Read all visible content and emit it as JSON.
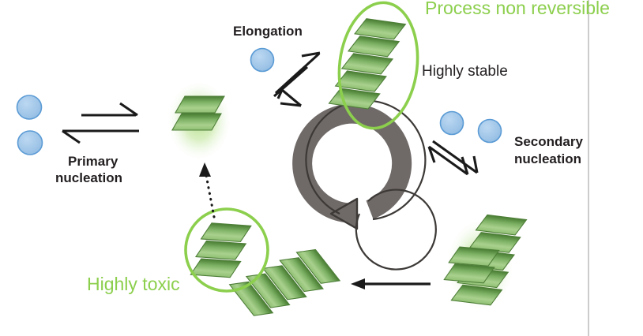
{
  "figure": {
    "title_text": "Amyloid aggregation pathway schematic",
    "background_color": "#ffffff"
  },
  "colors": {
    "green_accent": "#8ccf4d",
    "green_circle_stroke": "#7ac143",
    "sheet_fill_light": "#a9d18e",
    "sheet_fill_dark": "#4e8b3a",
    "sheet_stroke": "#538135",
    "monomer_fill": "#9dc3e6",
    "monomer_stroke": "#5b9bd5",
    "arrow_black": "#1a1a1a",
    "cycle_gray": "#6f6a68",
    "divider_gray": "#b7b7b7",
    "text_dark": "#231f20"
  },
  "labels": {
    "elongation": "Elongation",
    "primary_nucleation_line1": "Primary",
    "primary_nucleation_line2": "nucleation",
    "secondary_nucleation_line1": "Secondary",
    "secondary_nucleation_line2": "nucleation",
    "process_non_reversible": "Process non reversible",
    "highly_stable": "Highly stable",
    "highly_toxic": "Highly toxic"
  },
  "species": {
    "monomers_left": {
      "name": "monomer",
      "count": 2,
      "shape": "circle"
    },
    "monomer_elongation": {
      "name": "monomer",
      "count": 1,
      "shape": "circle"
    },
    "monomers_secondary": {
      "name": "monomer",
      "count": 2,
      "shape": "circle"
    },
    "oligomer_glow": {
      "name": "oligomer",
      "sheets": 2,
      "glow": true
    },
    "oligomer_toxic": {
      "name": "oligomer",
      "sheets": 3,
      "circled": true
    },
    "fibril_stable": {
      "name": "fibril",
      "sheets": 5,
      "circled": true
    },
    "fibril_bottom": {
      "name": "fibril",
      "sheets": 5,
      "circled": false
    },
    "fibril_secondary": {
      "name": "fibril",
      "sheets": 5,
      "glow": true,
      "budding_oligomer_sheets": 2
    }
  },
  "arrows": {
    "primary_nucleation": {
      "type": "equilibrium",
      "direction": "horizontal"
    },
    "elongation": {
      "type": "equilibrium",
      "direction": "diagonal-up-right"
    },
    "secondary_nucleation": {
      "type": "equilibrium",
      "direction": "diagonal-down-right"
    },
    "fragmentation": {
      "type": "single",
      "direction": "left"
    },
    "toxic_conversion": {
      "type": "dotted",
      "direction": "up"
    },
    "cycle": {
      "type": "circular",
      "direction": "counterclockwise"
    }
  }
}
